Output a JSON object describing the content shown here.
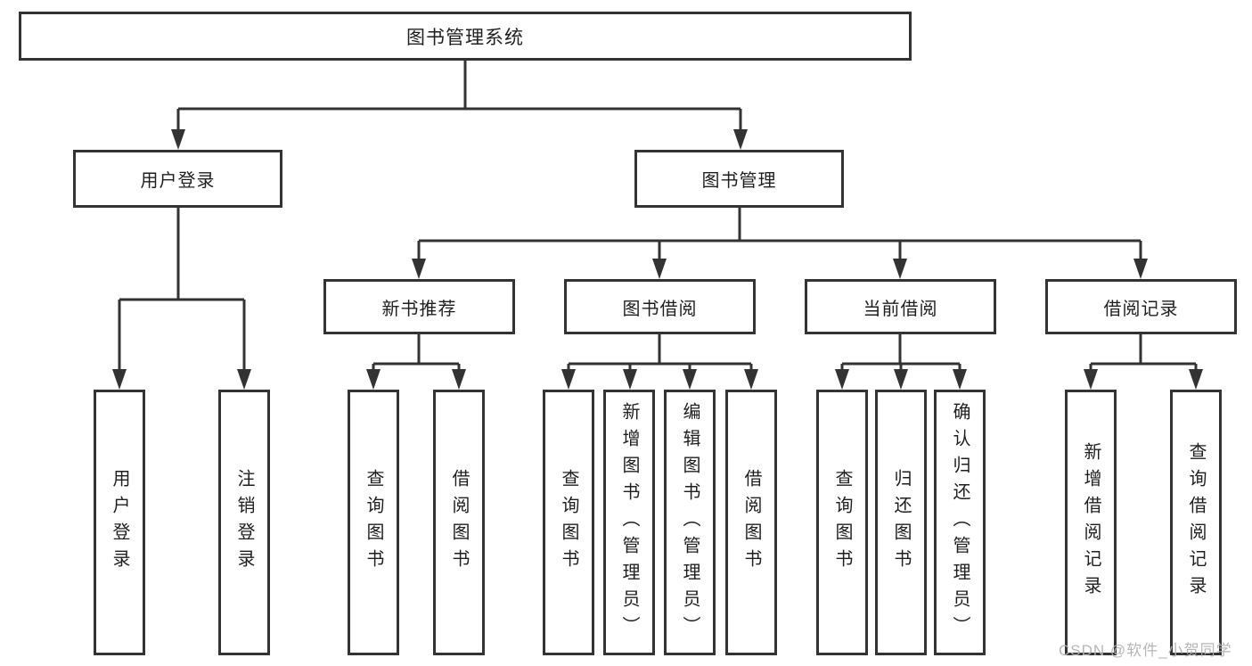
{
  "diagram": {
    "title": "图书管理系统",
    "level2": [
      "用户登录",
      "图书管理"
    ],
    "level3": [
      "新书推荐",
      "图书借阅",
      "当前借阅",
      "借阅记录"
    ],
    "leaves": {
      "userLogin": [
        "用户登录",
        "注销登录"
      ],
      "newBook": [
        "查询图书",
        "借阅图书"
      ],
      "bookBorrow": [
        "查询图书",
        "新增图书（管理员）",
        "编辑图书（管理员）",
        "借阅图书"
      ],
      "currentBorrow": [
        "查询图书",
        "归还图书",
        "确认归还（管理员）"
      ],
      "borrowRecord": [
        "新增借阅记录",
        "查询借阅记录"
      ]
    }
  },
  "watermark": {
    "text": "CSDN @软件_小贺同学"
  },
  "colors": {
    "line": "#333333",
    "text": "#1f1f1f",
    "background": "#ffffff",
    "watermark": "#b3b3b3"
  }
}
